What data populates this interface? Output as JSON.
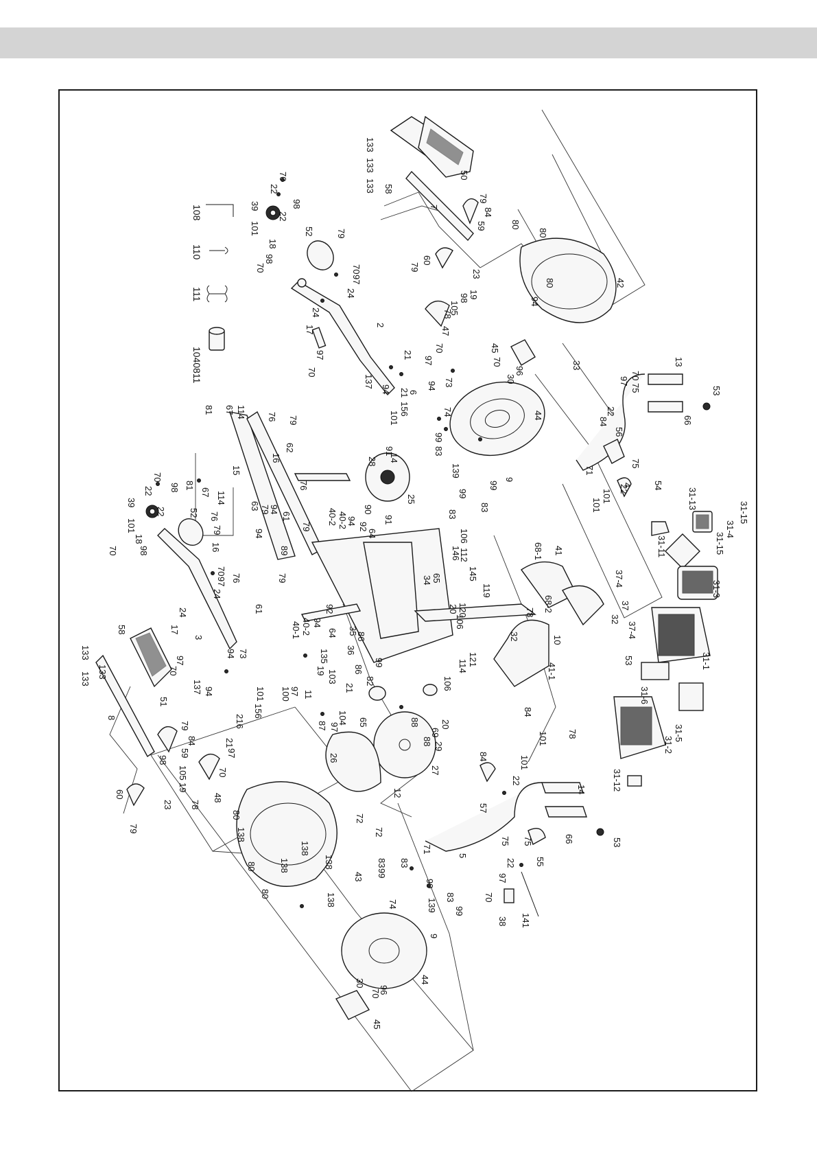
{
  "page": {
    "background": "#ffffff",
    "band_color": "#d4d4d4",
    "frame_color": "#1a1a1a"
  },
  "tools": [
    {
      "label": "108",
      "icon": "allen-key-icon"
    },
    {
      "label": "110",
      "icon": "hex-wrench-icon"
    },
    {
      "label": "111",
      "icon": "double-wrench-icon"
    },
    {
      "label": "1040811",
      "icon": "socket-icon"
    }
  ],
  "callouts": {
    "c_70a": "70",
    "c_22a": "22",
    "c_98a": "98",
    "c_39a": "39",
    "c_101a": "101",
    "c_18a": "18",
    "c_22b": "22",
    "c_98b": "98",
    "c_70b": "70",
    "c_52a": "52",
    "c_79a": "79",
    "c_70c": "70",
    "c_97a": "97",
    "c_24a": "24",
    "c_24b": "24",
    "c_17a": "17",
    "c_97b": "97",
    "c_70d": "70",
    "c_2": "2",
    "c_137a": "137",
    "c_94a": "94",
    "c_21a": "21",
    "c_156a": "156",
    "c_101b": "101",
    "c_6": "6",
    "c_94b": "94",
    "c_73a": "73",
    "c_133a": "133",
    "c_133b": "133",
    "c_133c": "133",
    "c_58a": "58",
    "c_50": "50",
    "c_7": "7",
    "c_79b": "79",
    "c_84a": "84",
    "c_59a": "59",
    "c_60a": "60",
    "c_79c": "79",
    "c_23a": "23",
    "c_19a": "19",
    "c_98c": "98",
    "c_105a": "105",
    "c_78a": "78",
    "c_47": "47",
    "c_70e": "70",
    "c_97c": "97",
    "c_21b": "21",
    "c_80a": "80",
    "c_80b": "80",
    "c_80c": "80",
    "c_42": "42",
    "c_94c": "94",
    "c_33": "33",
    "c_45a": "45",
    "c_70f": "70",
    "c_96a": "96",
    "c_30a": "30",
    "c_44a": "44",
    "c_74a": "74",
    "c_99a": "99",
    "c_83a": "83",
    "c_139a": "139",
    "c_9a": "9",
    "c_99b": "99",
    "c_83b": "83",
    "c_83c": "83",
    "c_99c": "99",
    "c_13": "13",
    "c_53a": "53",
    "c_66a": "66",
    "c_97d": "97",
    "c_70g": "70",
    "c_75a": "75",
    "c_22c": "22",
    "c_56": "56",
    "c_84b": "84",
    "c_71a": "71",
    "c_75b": "75",
    "c_4a": "4",
    "c_22d": "22",
    "c_101c": "101",
    "c_101d": "101",
    "c_54": "54",
    "c_31_13": "31-13",
    "c_31_11": "31-11",
    "c_31_4": "31-4",
    "c_31_15a": "31-15",
    "c_31_15b": "31-15",
    "c_31_3": "31-3",
    "c_31_1": "31-1",
    "c_31_6": "31-6",
    "c_31_5": "31-5",
    "c_31_2": "31-2",
    "c_31_12": "31-12",
    "c_78b": "78",
    "c_53b": "53",
    "c_37_4a": "37-4",
    "c_37": "37",
    "c_32a": "32",
    "c_37_4b": "37-4",
    "c_41": "41",
    "c_68_1": "68-1",
    "c_68_2": "68-2",
    "c_78c": "78",
    "c_32b": "32",
    "c_10": "10",
    "c_41_1": "41-1",
    "c_84c": "84",
    "c_81": "81",
    "c_67a": "67",
    "c_114a": "114",
    "c_76a": "76",
    "c_79d": "79",
    "c_62": "62",
    "c_16a": "16",
    "c_15": "15",
    "c_63": "63",
    "c_79e": "79",
    "c_94d": "94",
    "c_76b": "76",
    "c_81b": "81",
    "c_67b": "67",
    "c_114b": "114",
    "c_76c": "76",
    "c_28": "28",
    "c_91a": "91",
    "c_14": "14",
    "c_25": "25",
    "c_90": "90",
    "c_91b": "91",
    "c_40_2a": "40-2",
    "c_40_2b": "40-2",
    "c_94e": "94",
    "c_92a": "92",
    "c_64a": "64",
    "c_106a": "106",
    "c_146": "146",
    "c_112": "112",
    "c_145": "145",
    "c_65a": "65",
    "c_34": "34",
    "c_20a": "20",
    "c_106b": "106",
    "c_119": "119",
    "c_120": "120",
    "c_61a": "61",
    "c_79f": "79",
    "c_89": "89",
    "c_94f": "94",
    "c_61b": "61",
    "c_79g": "79",
    "c_76d": "76",
    "c_16b": "16",
    "c_40_1": "40-1",
    "c_40_2c": "40-2",
    "c_94g": "94",
    "c_92b": "92",
    "c_64b": "64",
    "c_35": "35",
    "c_86a": "86",
    "c_36": "36",
    "c_99d": "99",
    "c_82": "82",
    "c_106c": "106",
    "c_121": "121",
    "c_114c": "114",
    "c_70h": "70",
    "c_98d": "98",
    "c_22e": "22",
    "c_39b": "39",
    "c_101e": "101",
    "c_18b": "18",
    "c_22f": "22",
    "c_98e": "98",
    "c_70i": "70",
    "c_52b": "52",
    "c_79h": "79",
    "c_70j": "70",
    "c_97e": "97",
    "c_24c": "24",
    "c_24d": "24",
    "c_17b": "17",
    "c_3": "3",
    "c_97f": "97",
    "c_70k": "70",
    "c_94h": "94",
    "c_73b": "73",
    "c_137b": "137",
    "c_94i": "94",
    "c_58b": "58",
    "c_133d": "133",
    "c_133e": "133",
    "c_133f": "133",
    "c_51": "51",
    "c_8": "8",
    "c_135": "135",
    "c_19b": "19",
    "c_103": "103",
    "c_86b": "86",
    "c_21c": "21",
    "c_11": "11",
    "c_97g": "97",
    "c_100": "100",
    "c_104": "104",
    "c_87": "87",
    "c_97h": "97",
    "c_101f": "101",
    "c_156b": "156",
    "c_216": "216",
    "c_21d": "21",
    "c_97i": "97",
    "c_70l": "70",
    "c_65b": "65",
    "c_20b": "20",
    "c_88a": "88",
    "c_69": "69",
    "c_88b": "88",
    "c_29": "29",
    "c_26": "26",
    "c_27": "27",
    "c_12": "12",
    "c_72a": "72",
    "c_72b": "72",
    "c_79i": "79",
    "c_84d": "84",
    "c_59b": "59",
    "c_98f": "98",
    "c_105b": "105",
    "c_19c": "19",
    "c_60b": "60",
    "c_79j": "79",
    "c_23b": "23",
    "c_78d": "78",
    "c_48": "48",
    "c_80d": "80",
    "c_138a": "138",
    "c_138b": "138",
    "c_138c": "138",
    "c_80e": "80",
    "c_80f": "80",
    "c_138d": "138",
    "c_138e": "138",
    "c_43": "43",
    "c_83d": "83",
    "c_99e": "99",
    "c_83e": "83",
    "c_99f": "99",
    "c_74b": "74",
    "c_139b": "139",
    "c_83f": "83",
    "c_99g": "99",
    "c_9b": "9",
    "c_44b": "44",
    "c_30b": "30",
    "c_96b": "96",
    "c_70m": "70",
    "c_45b": "45",
    "c_101g": "101",
    "c_101h": "101",
    "c_22g": "22",
    "c_84e": "84",
    "c_57": "57",
    "c_14b": "14",
    "c_66b": "66",
    "c_53c": "53",
    "c_75c": "75",
    "c_75d": "75",
    "c_55": "55",
    "c_71b": "71",
    "c_5": "5",
    "c_22h": "22",
    "c_97j": "97",
    "c_70n": "70",
    "c_141": "141",
    "c_38": "38"
  }
}
